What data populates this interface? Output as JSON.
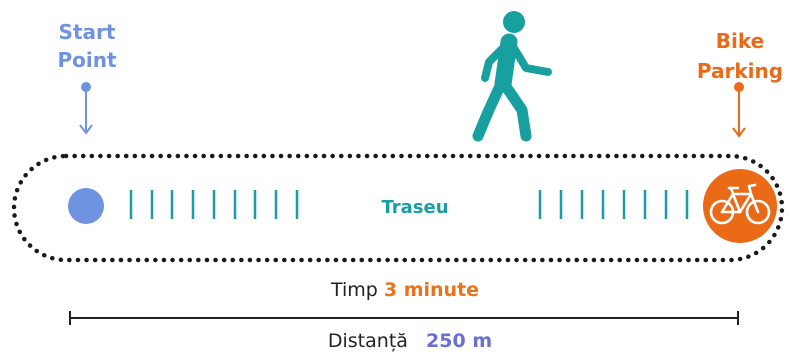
{
  "start": {
    "label_line1": "Start",
    "label_line2": "Point",
    "color": "#6f93e0"
  },
  "end": {
    "label_line1": "Bike",
    "label_line2": "Parking",
    "color": "#ea6a18",
    "icon": "bicycle-icon"
  },
  "route": {
    "label": "Traseu",
    "color": "#1a9da4"
  },
  "walker": {
    "icon": "walking-person-icon",
    "color": "#18a0a0"
  },
  "time": {
    "prefix": "Timp",
    "value": "3 minute"
  },
  "distance": {
    "prefix": "Distanță",
    "value": "250 m"
  },
  "colors": {
    "dotted_border": "#1a1a1a",
    "ruler": "#222222",
    "time_value": "#e8731c",
    "distance_value": "#6b6fd1"
  }
}
